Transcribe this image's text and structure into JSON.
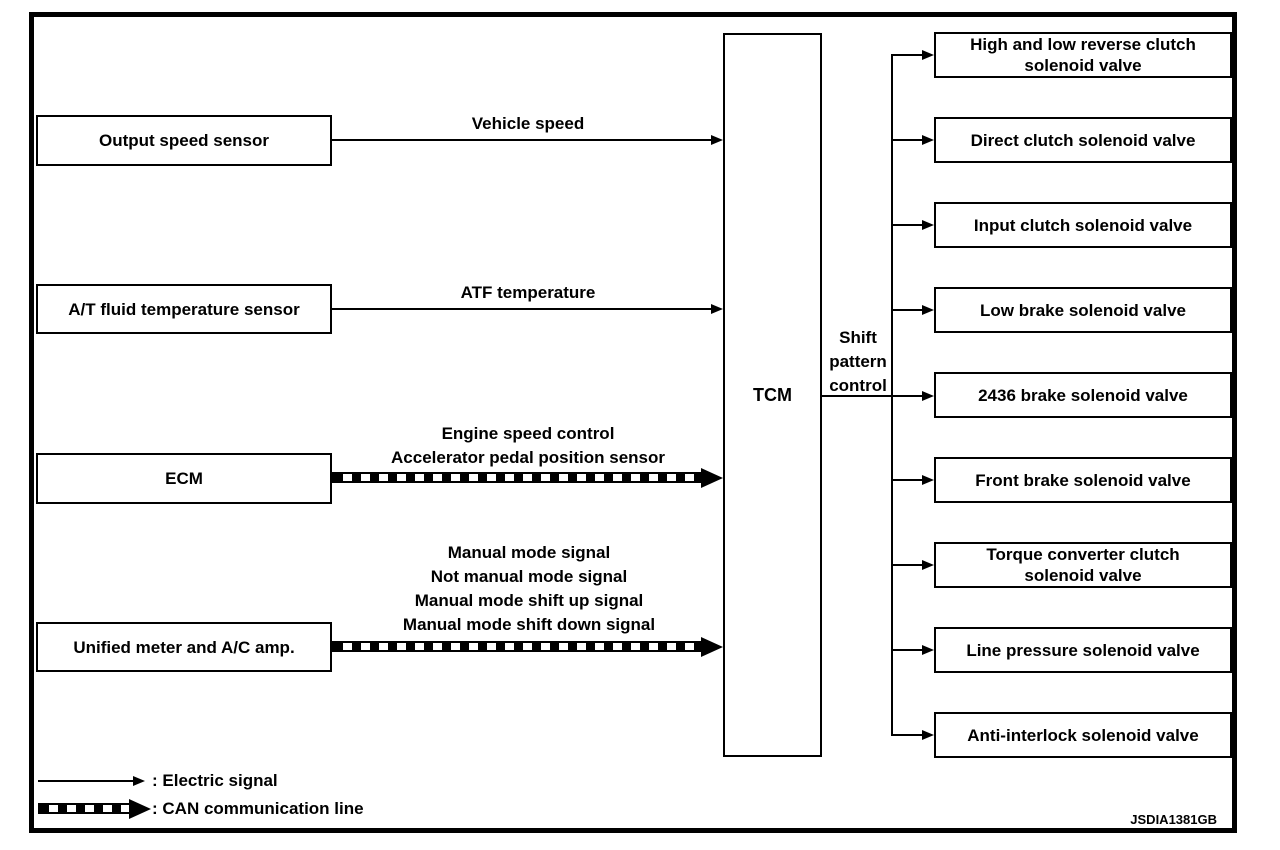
{
  "diagram": {
    "figure_code": "JSDIA1381GB",
    "colors": {
      "ink": "#000000",
      "paper": "#ffffff"
    },
    "tcm": {
      "label": "TCM"
    },
    "shift_pattern": {
      "lines": [
        "Shift",
        "pattern",
        "control"
      ]
    },
    "inputs": [
      {
        "label": "Output speed sensor"
      },
      {
        "label": "A/T fluid temperature sensor"
      },
      {
        "label": "ECM"
      },
      {
        "label": "Unified meter and A/C amp."
      }
    ],
    "signals": {
      "output_speed": {
        "type": "electric",
        "lines": [
          "Vehicle speed"
        ]
      },
      "atf": {
        "type": "electric",
        "lines": [
          "ATF temperature"
        ]
      },
      "ecm": {
        "type": "can",
        "lines": [
          "Engine speed control",
          "Accelerator pedal position sensor"
        ]
      },
      "meter": {
        "type": "can",
        "lines": [
          "Manual mode signal",
          "Not manual mode signal",
          "Manual mode shift up signal",
          "Manual mode shift down signal"
        ]
      }
    },
    "outputs": [
      "High and low reverse clutch\nsolenoid valve",
      "Direct clutch solenoid valve",
      "Input clutch solenoid valve",
      "Low brake solenoid valve",
      "2436 brake solenoid valve",
      "Front brake solenoid valve",
      "Torque converter clutch\nsolenoid valve",
      "Line pressure solenoid valve",
      "Anti-interlock solenoid valve"
    ],
    "legend": [
      {
        "symbol": "electric-arrow",
        "label": ": Electric signal"
      },
      {
        "symbol": "can-arrow",
        "label": ": CAN communication line"
      }
    ]
  }
}
